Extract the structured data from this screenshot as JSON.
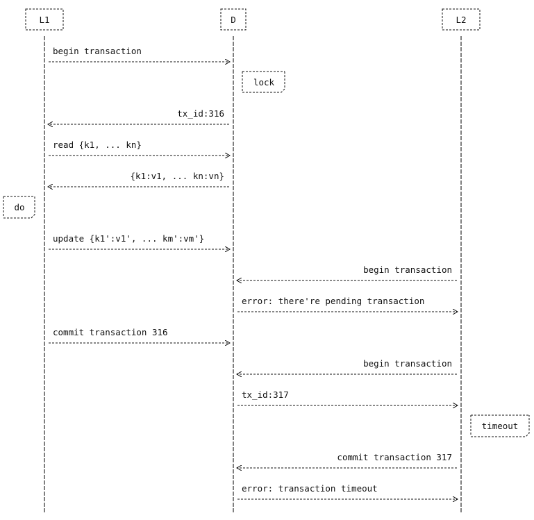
{
  "participants": [
    {
      "id": "L1",
      "label": "L1"
    },
    {
      "id": "D",
      "label": "D"
    },
    {
      "id": "L2",
      "label": "L2"
    }
  ],
  "messages": [
    {
      "from": "L1",
      "to": "D",
      "label": "begin transaction"
    },
    {
      "from": "D",
      "to": "L1",
      "label": "tx_id:316"
    },
    {
      "from": "L1",
      "to": "D",
      "label": "read {k1, ... kn}"
    },
    {
      "from": "D",
      "to": "L1",
      "label": "{k1:v1, ... kn:vn}"
    },
    {
      "from": "L1",
      "to": "D",
      "label": "update {k1':v1', ... km':vm'}"
    },
    {
      "from": "L2",
      "to": "D",
      "label": "begin transaction"
    },
    {
      "from": "D",
      "to": "L2",
      "label": "error: there're pending transaction"
    },
    {
      "from": "L1",
      "to": "D",
      "label": "commit transaction 316"
    },
    {
      "from": "L2",
      "to": "D",
      "label": "begin transaction"
    },
    {
      "from": "D",
      "to": "L2",
      "label": "tx_id:317"
    },
    {
      "from": "L2",
      "to": "D",
      "label": "commit transaction 317"
    },
    {
      "from": "D",
      "to": "L2",
      "label": "error: transaction timeout"
    }
  ],
  "notes": [
    {
      "on": "D",
      "label": "lock"
    },
    {
      "on": "L1",
      "label": "do"
    },
    {
      "on": "L2",
      "label": "timeout"
    }
  ],
  "colors": {
    "ink": "#111111",
    "lifeline": "#555555",
    "background": "#ffffff"
  }
}
